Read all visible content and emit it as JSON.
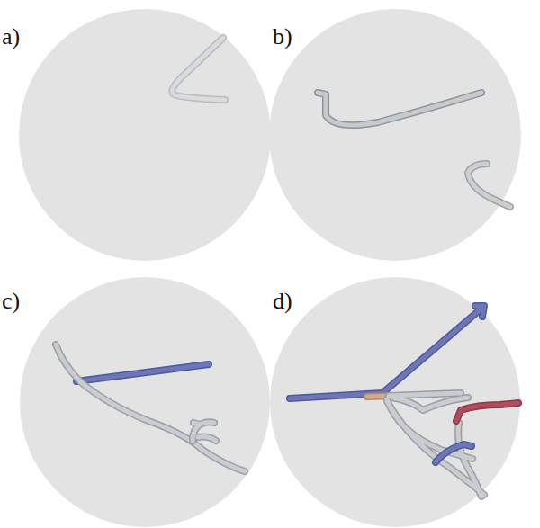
{
  "diagram": {
    "labels": [
      "a)",
      "b)",
      "c)",
      "d)"
    ]
  }
}
